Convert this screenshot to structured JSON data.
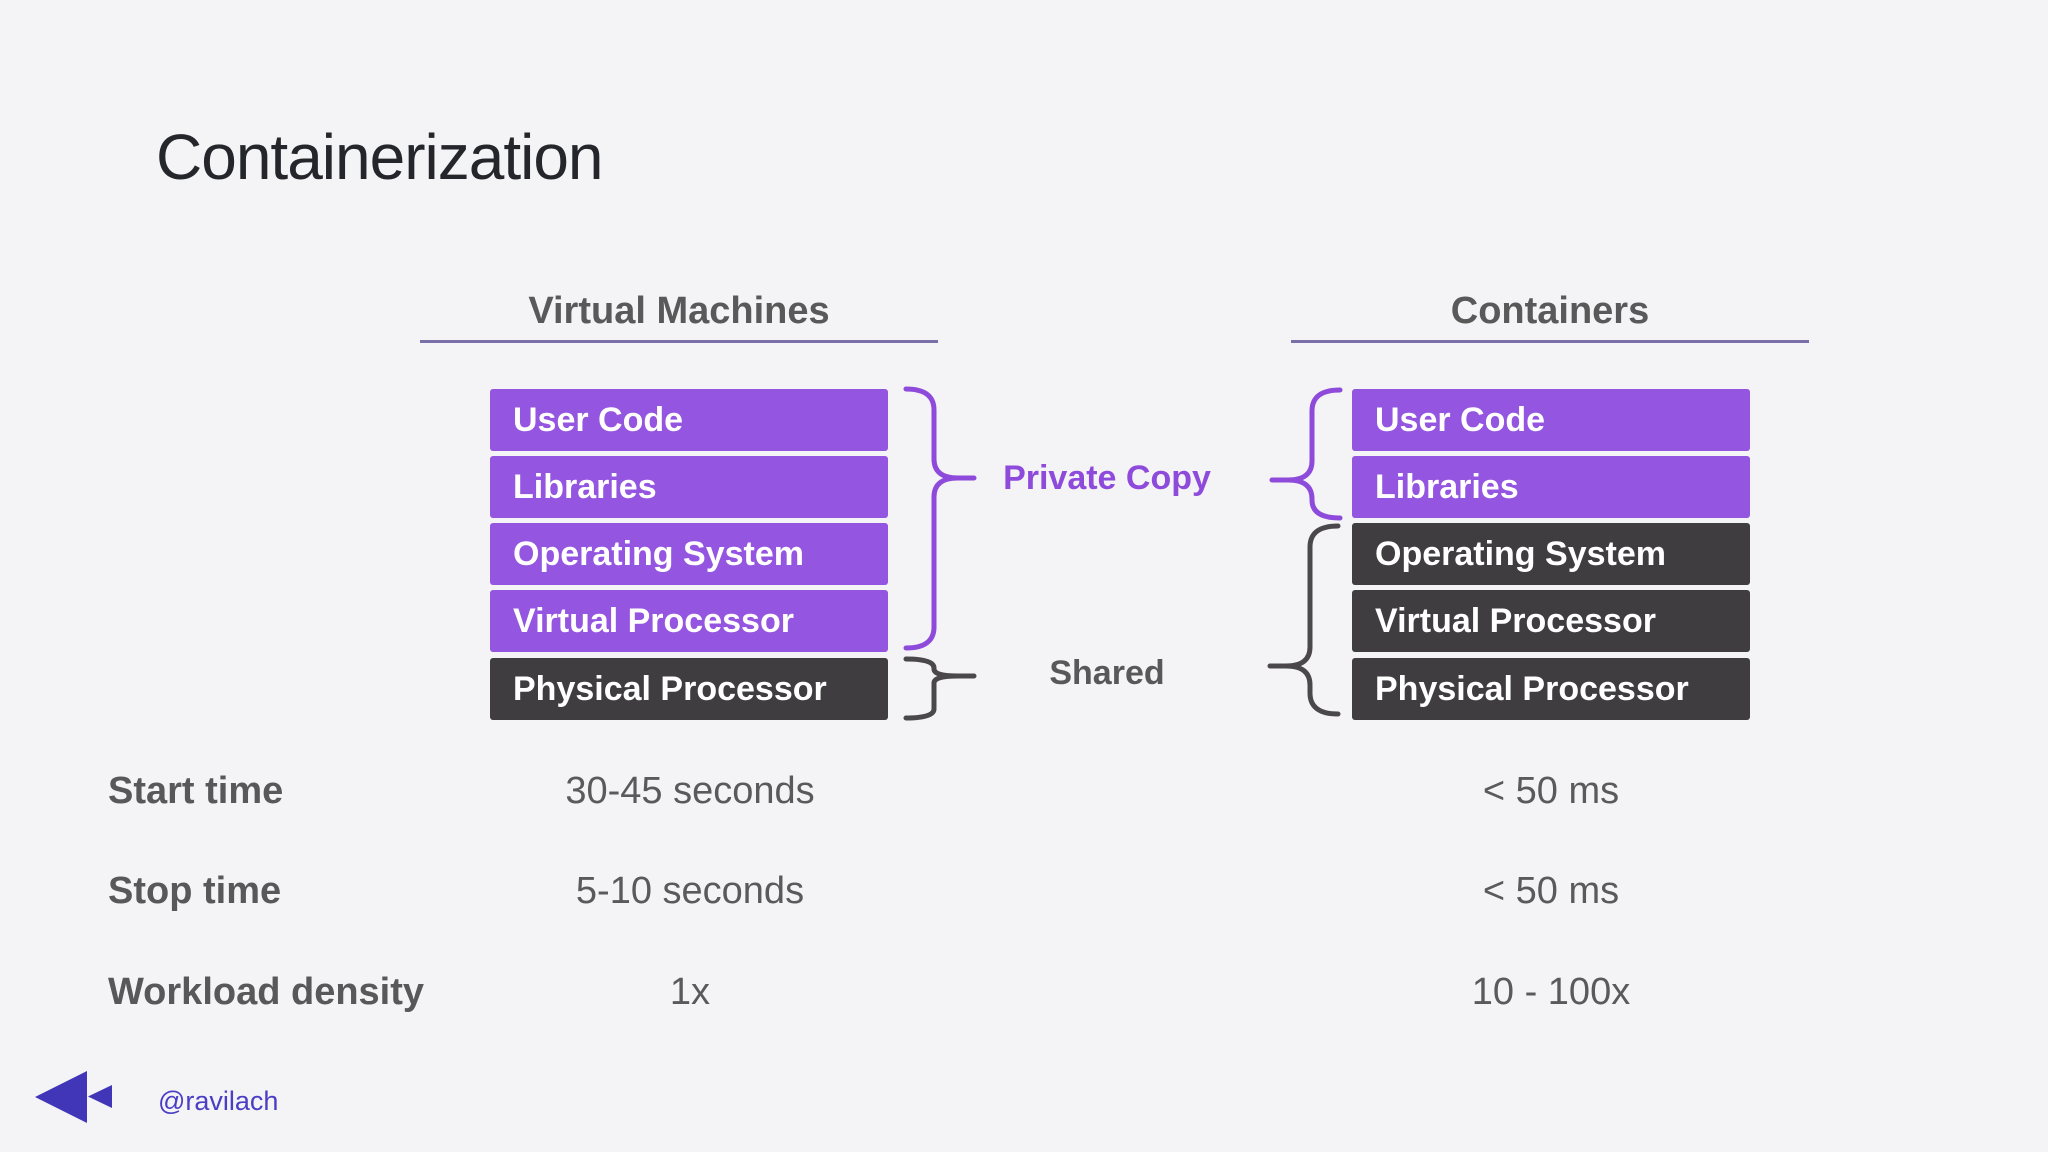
{
  "slide": {
    "title": "Containerization"
  },
  "columns": {
    "vm": {
      "header": "Virtual Machines",
      "layers": [
        {
          "label": "User Code",
          "scope": "private"
        },
        {
          "label": "Libraries",
          "scope": "private"
        },
        {
          "label": "Operating System",
          "scope": "private"
        },
        {
          "label": "Virtual Processor",
          "scope": "private"
        },
        {
          "label": "Physical Processor",
          "scope": "shared"
        }
      ],
      "metrics": {
        "start_time": "30-45 seconds",
        "stop_time": "5-10 seconds",
        "workload_density": "1x"
      }
    },
    "containers": {
      "header": "Containers",
      "layers": [
        {
          "label": "User Code",
          "scope": "private"
        },
        {
          "label": "Libraries",
          "scope": "private"
        },
        {
          "label": "Operating System",
          "scope": "shared"
        },
        {
          "label": "Virtual Processor",
          "scope": "shared"
        },
        {
          "label": "Physical Processor",
          "scope": "shared"
        }
      ],
      "metrics": {
        "start_time": "< 50 ms",
        "stop_time": "< 50 ms",
        "workload_density": "10 - 100x"
      }
    }
  },
  "legend": {
    "private_copy": "Private Copy",
    "shared": "Shared"
  },
  "metric_rows": [
    {
      "label": "Start time"
    },
    {
      "label": "Stop time"
    },
    {
      "label": "Workload density"
    }
  ],
  "footer": {
    "handle": "@ravilach",
    "logo_icon": "double-chevron-left-logo"
  },
  "colors": {
    "background": "#f4f3f5",
    "private_purple": "#9455e0",
    "shared_dark": "#3f3d40",
    "heading_gray": "#595959",
    "title_dark": "#24262b",
    "underline_purple": "#7a6fa8",
    "accent_purple": "#8e4bdb",
    "brace_dark": "#4a484b",
    "brand_indigo": "#4a3ec5"
  }
}
